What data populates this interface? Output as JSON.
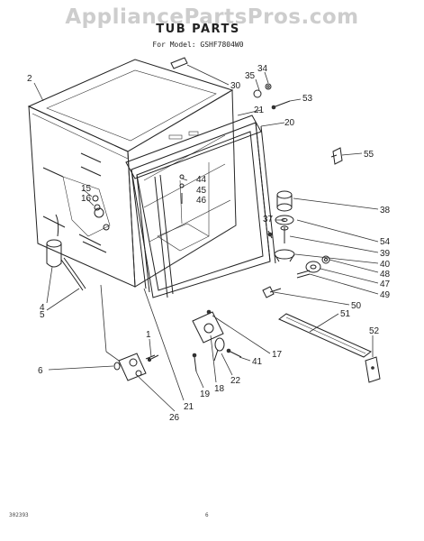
{
  "header": {
    "watermark": "AppliancePartsPros.com",
    "title": "TUB PARTS",
    "model": "For Model: GSHF7804W0"
  },
  "footer": {
    "code": "302393",
    "page": "6"
  },
  "callouts": {
    "p1": "1",
    "p2": "2",
    "p4": "4",
    "p5": "5",
    "p6": "6",
    "p15": "15",
    "p16": "16",
    "p17": "17",
    "p18": "18",
    "p19": "19",
    "p20": "20",
    "p21a": "21",
    "p21b": "21",
    "p22": "22",
    "p26": "26",
    "p30": "30",
    "p34": "34",
    "p35": "35",
    "p37": "37",
    "p38": "38",
    "p39": "39",
    "p40": "40",
    "p41": "41",
    "p44": "44",
    "p45": "45",
    "p46": "46",
    "p47": "47",
    "p48": "48",
    "p49": "49",
    "p50": "50",
    "p51": "51",
    "p52": "52",
    "p53": "53",
    "p54": "54",
    "p55": "55"
  }
}
